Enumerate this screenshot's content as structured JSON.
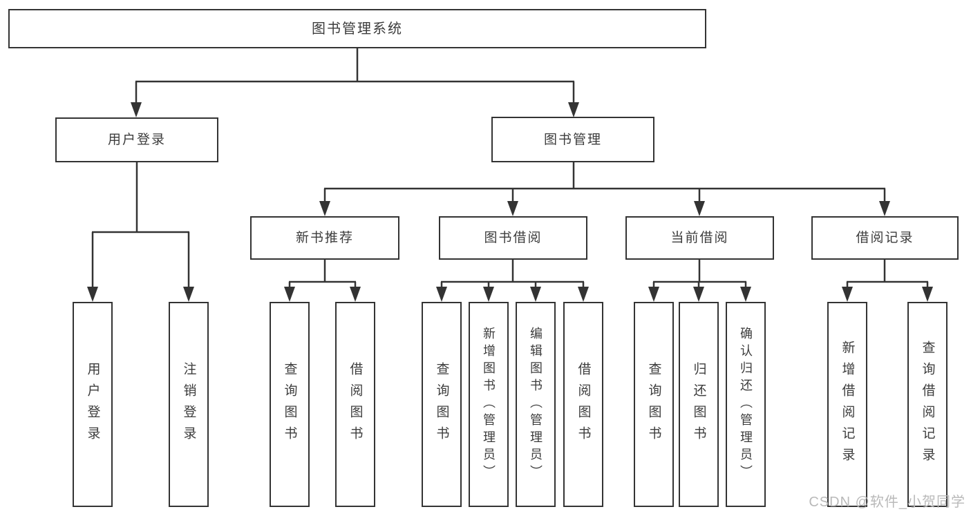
{
  "diagram": {
    "root": "图书管理系统",
    "level2": {
      "user_login": "用户登录",
      "book_management": "图书管理"
    },
    "level3": {
      "new_book_recommendation": "新书推荐",
      "book_borrowing": "图书借阅",
      "current_borrowing": "当前借阅",
      "borrowing_records": "借阅记录"
    },
    "leaves": [
      "用户登录",
      "注销登录",
      "查询图书",
      "借阅图书",
      "查询图书",
      "新增图书（管理员）",
      "编辑图书（管理员）",
      "借阅图书",
      "查询图书",
      "归还图书",
      "确认归还（管理员）",
      "新增借阅记录",
      "查询借阅记录"
    ]
  },
  "watermark": "CSDN @软件_小贺同学",
  "colors": {
    "line": "#333333",
    "border": "#333333",
    "text": "#3c3c3c",
    "watermark": "#b9b9b9",
    "background": "#ffffff"
  }
}
